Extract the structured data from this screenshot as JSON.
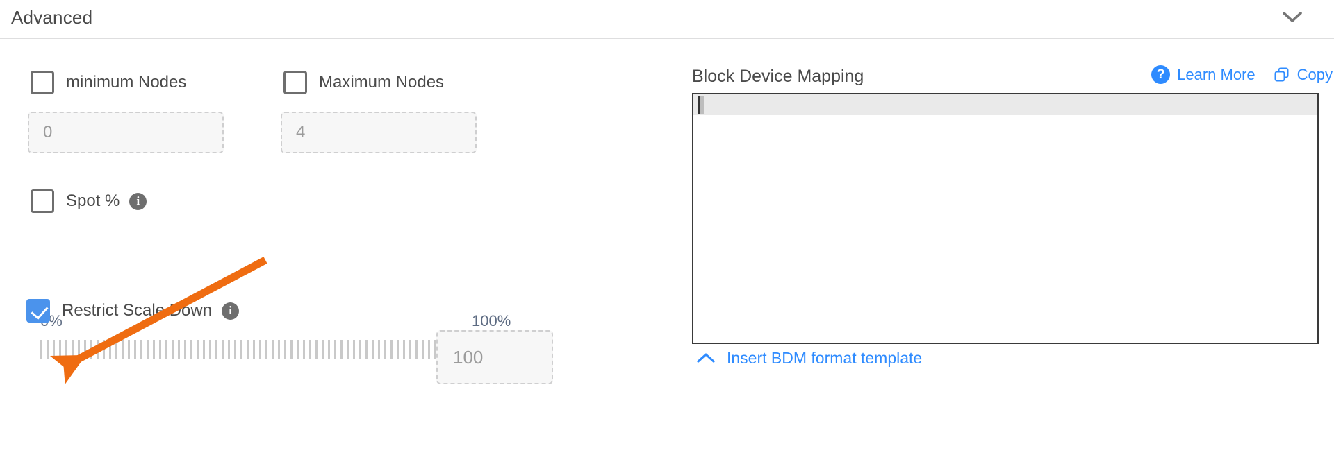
{
  "section": {
    "title": "Advanced",
    "collapse_icon": "chevron-down-icon"
  },
  "left": {
    "min_nodes": {
      "label": "minimum Nodes",
      "checked": false,
      "input_value": "0"
    },
    "max_nodes": {
      "label": "Maximum Nodes",
      "checked": false,
      "input_value": "4"
    },
    "spot": {
      "label": "Spot %",
      "checked": false,
      "info_glyph": "i"
    },
    "slider": {
      "min_label": "0%",
      "max_label": "100%",
      "value": "100",
      "percent": 100
    },
    "restrict_scale_down": {
      "label": "Restrict Scale Down",
      "checked": true,
      "info_glyph": "i"
    }
  },
  "right": {
    "title": "Block Device Mapping",
    "learn_more": "Learn More",
    "learn_more_glyph": "?",
    "copy": "Copy",
    "editor_content": "",
    "footer_link": "Insert BDM format template"
  },
  "colors": {
    "accent_blue": "#2e8bff",
    "checkbox_blue": "#4b93ec",
    "annotation_orange": "#ef6c11",
    "text_gray": "#4a4a4a",
    "slider_label": "#5d6b82"
  }
}
